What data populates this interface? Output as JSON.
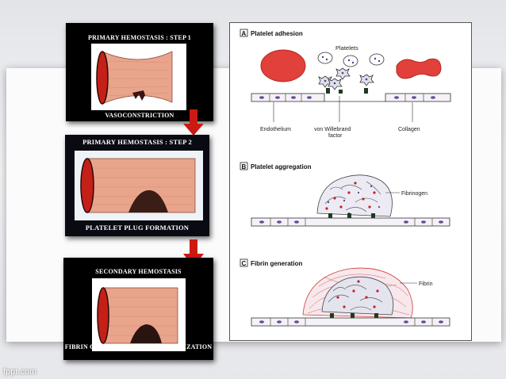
{
  "footer": {
    "brand": "fppt.com"
  },
  "steps": [
    {
      "title": "PRIMARY HEMOSTASIS : STEP 1",
      "caption": "VASOCONSTRICTION"
    },
    {
      "title": "PRIMARY HEMOSTASIS : STEP 2",
      "caption": "PLATELET PLUG FORMATION"
    },
    {
      "title": "SECONDARY HEMOSTASIS",
      "caption": "FIBRIN CLOT FORMATION & STABILIZATION"
    }
  ],
  "diagram": {
    "panels": [
      {
        "letter": "A",
        "title": "Platelet adhesion"
      },
      {
        "letter": "B",
        "title": "Platelet aggregation"
      },
      {
        "letter": "C",
        "title": "Fibrin generation"
      }
    ],
    "labels": {
      "platelets": "Platelets",
      "endothelium": "Endothelium",
      "vwf_line1": "von Willebrand",
      "vwf_line2": "factor",
      "collagen": "Collagen",
      "fibrinogen": "Fibrinogen",
      "fibrin": "Fibrin"
    }
  },
  "colors": {
    "arrow": "#cc1a12",
    "vessel": "#e9a58c",
    "vessel_opening": "#c42018",
    "rbc": "#e2403a",
    "fibrin": "#cc3a34",
    "platelet": "#dfe0ee"
  }
}
